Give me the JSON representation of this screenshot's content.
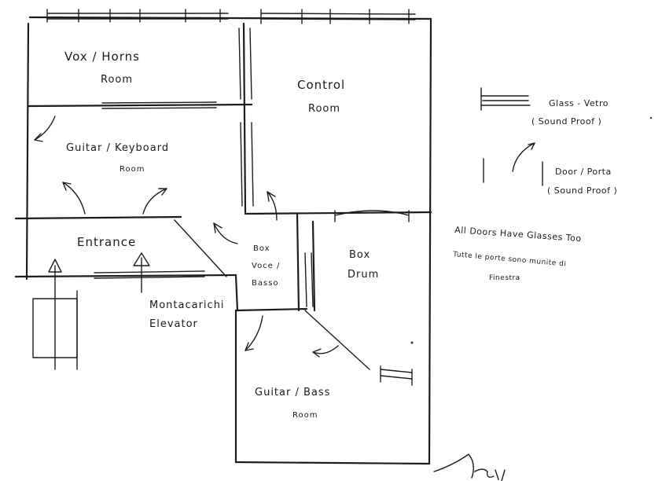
{
  "rooms": {
    "vox_horns": {
      "line1": "Vox / Horns",
      "line2": "Room"
    },
    "control": {
      "line1": "Control",
      "line2": "Room"
    },
    "guitar_keyboard": {
      "line1": "Guitar / Keyboard",
      "line2": "Room"
    },
    "entrance": {
      "line1": "Entrance"
    },
    "box_voce": {
      "line1": "Box",
      "line2": "Voce /",
      "line3": "Basso"
    },
    "box_drum": {
      "line1": "Box",
      "line2": "Drum"
    },
    "elevator": {
      "line1": "Montacarichi",
      "line2": "Elevator"
    },
    "guitar_bass": {
      "line1": "Guitar / Bass",
      "line2": "Room"
    }
  },
  "legend": {
    "glass": {
      "line1": "Glass - Vetro",
      "line2": "( Sound Proof )"
    },
    "door": {
      "line1": "Door / Porta",
      "line2": "( Sound Proof )"
    }
  },
  "notes": {
    "english": "All Doors Have Glasses Too",
    "italian_1": "Tutte le porte sono munite di",
    "italian_2": "Finestra"
  },
  "ink_color": "#1d1d1d",
  "paper_color": "#ffffff"
}
